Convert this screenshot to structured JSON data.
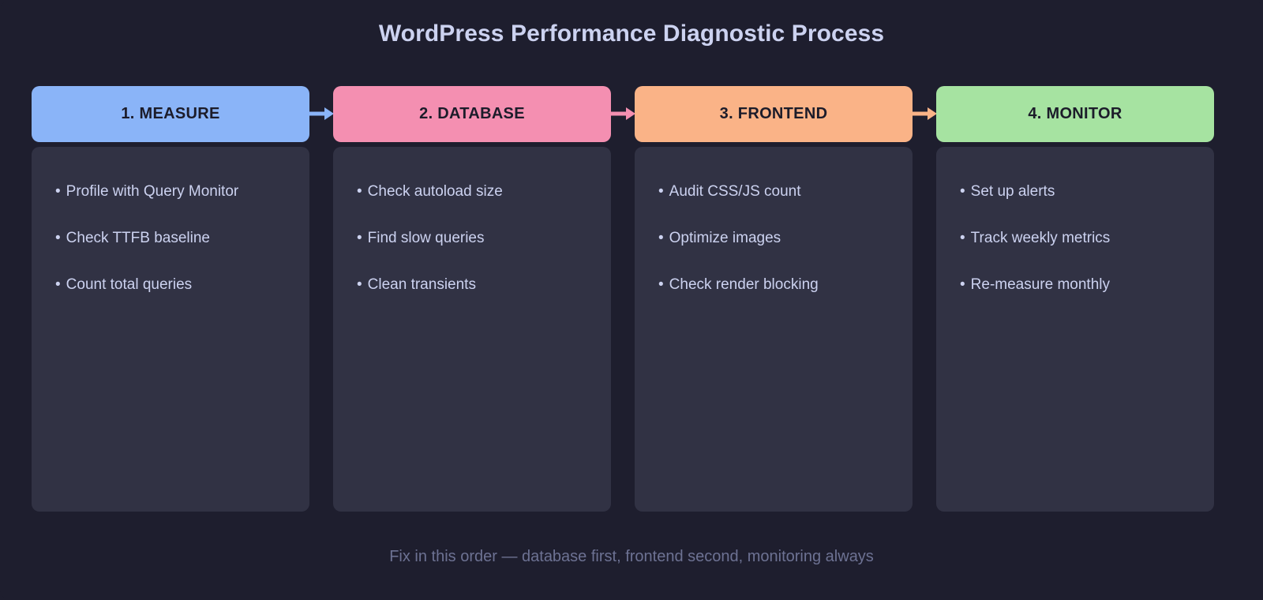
{
  "title": "WordPress Performance Diagnostic Process",
  "footer_note": "Fix in this order — database first, frontend second, monitoring always",
  "colors": {
    "background": "#1e1e2e",
    "panel": "#313244",
    "title_text": "#ccd2f0",
    "item_text": "#ccd2f0",
    "header_text": "#1c1c2a",
    "footer_text": "#6d7293",
    "stage_1": "#8ab4f8",
    "stage_2": "#f48fb1",
    "stage_3": "#fab387",
    "stage_4": "#a6e3a1"
  },
  "bullet": "•",
  "stages": [
    {
      "label": "1. MEASURE",
      "color": "#8ab4f8",
      "arrow_icon": "arrow-right-icon",
      "items": [
        "Profile with Query Monitor",
        "Check TTFB baseline",
        "Count total queries"
      ]
    },
    {
      "label": "2. DATABASE",
      "color": "#f48fb1",
      "arrow_icon": "arrow-right-icon",
      "items": [
        "Check autoload size",
        "Find slow queries",
        "Clean transients"
      ]
    },
    {
      "label": "3. FRONTEND",
      "color": "#fab387",
      "arrow_icon": "arrow-right-icon",
      "items": [
        "Audit CSS/JS count",
        "Optimize images",
        "Check render blocking"
      ]
    },
    {
      "label": "4. MONITOR",
      "color": "#a6e3a1",
      "arrow_icon": "arrow-right-icon",
      "items": [
        "Set up alerts",
        "Track weekly metrics",
        "Re-measure monthly"
      ]
    }
  ]
}
